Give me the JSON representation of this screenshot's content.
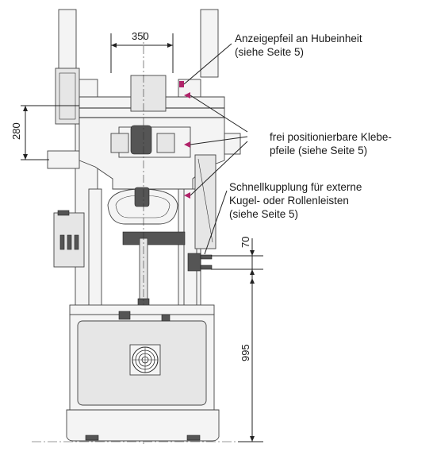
{
  "dimensions": {
    "width_350": "350",
    "height_280": "280",
    "height_70": "70",
    "height_995": "995"
  },
  "callouts": {
    "lift_arrow_line1": "Anzeigepfeil an Hubeinheit",
    "lift_arrow_line2": "(siehe Seite 5)",
    "sticker_line1": "frei positionierbare Klebe-",
    "sticker_line2": "pfeile (siehe Seite 5)",
    "coupling_line1": "Schnellkupplung für externe",
    "coupling_line2": "Kugel- oder Rollenleisten",
    "coupling_line3": "(siehe Seite 5)"
  },
  "colors": {
    "arrow_marker": "#b0246a"
  }
}
